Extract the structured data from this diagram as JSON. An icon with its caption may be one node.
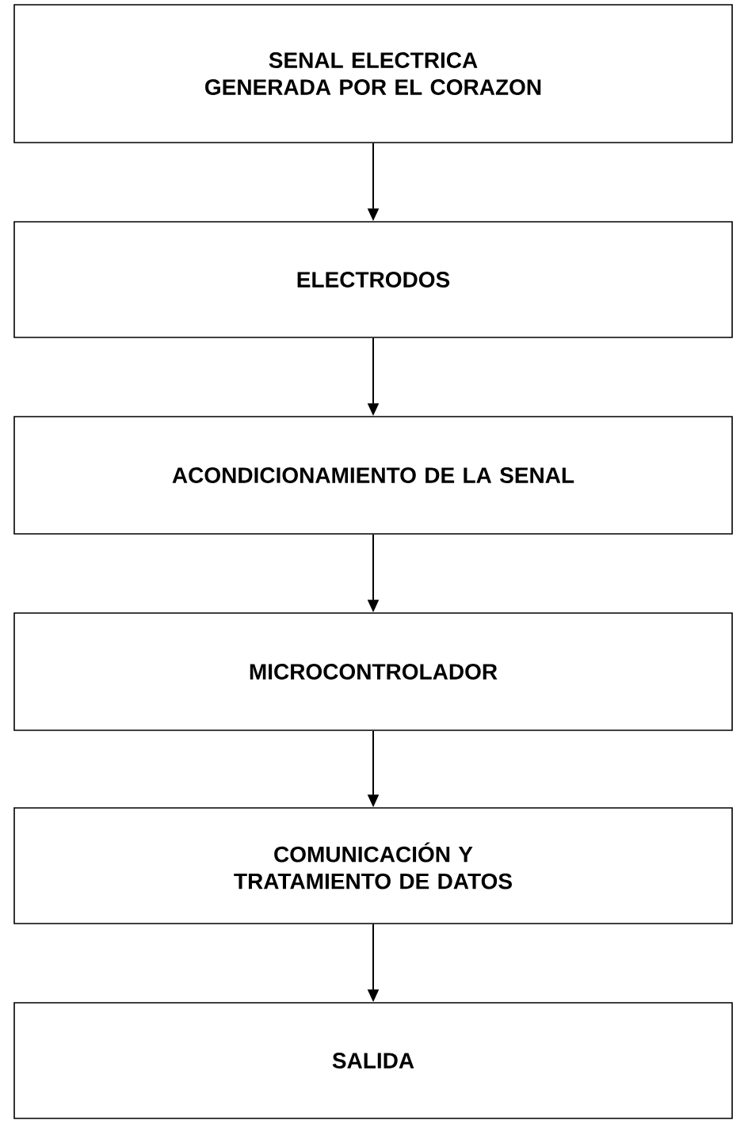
{
  "diagram": {
    "nodes": [
      {
        "text": [
          "SENAL ELECTRICA GENERADA POR EL  CORAZON"
        ]
      },
      {
        "text": [
          "ELECTRODOS"
        ]
      },
      {
        "text": [
          "ACONDICIONAMIENTO DE LA SENAL"
        ]
      },
      {
        "text": [
          "MICROCONTROLADOR"
        ]
      },
      {
        "text": [
          "COMUNICACIÓN Y TRATAMIENTO DE DATOS"
        ]
      },
      {
        "text": [
          "SALIDA"
        ]
      }
    ],
    "edges": [
      {
        "from": 0,
        "to": 1,
        "arrow": "to"
      },
      {
        "from": 1,
        "to": 2,
        "arrow": "to"
      },
      {
        "from": 2,
        "to": 3,
        "arrow": "to"
      },
      {
        "from": 3,
        "to": 4,
        "arrow": "to"
      },
      {
        "from": 4,
        "to": 5,
        "arrow": "to"
      }
    ]
  }
}
